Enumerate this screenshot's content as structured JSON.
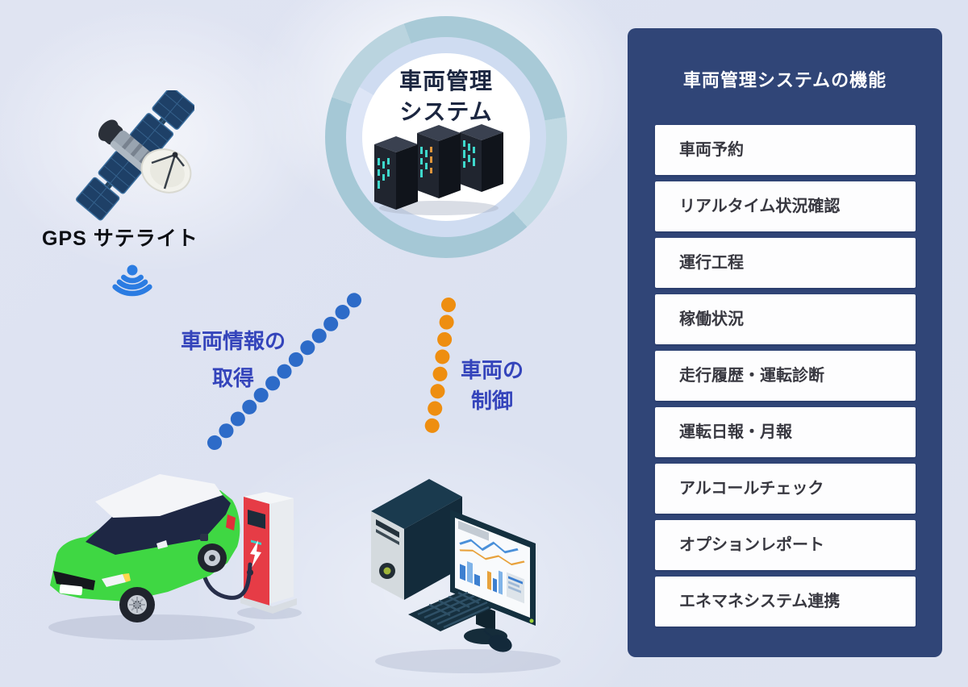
{
  "page": {
    "background_color": "#dce2f1"
  },
  "satellite": {
    "label": "GPS サテライト",
    "icon": "satellite-icon",
    "signal_icon": "wifi-signal-down-icon",
    "signal_color": "#2b7ce2"
  },
  "hub": {
    "title_line1": "車両管理",
    "title_line2": "システム",
    "icon": "server-rack-icon",
    "ring_color": "#a8cad7"
  },
  "connections": {
    "vehicle_info": {
      "label_line1": "車両情報の",
      "label_line2": "取得",
      "dot_color": "#2d6bc8"
    },
    "vehicle_control": {
      "label_line1": "車両の",
      "label_line2": "制御",
      "dot_color": "#ee8e10"
    },
    "label_text_color": "#3444bb"
  },
  "vehicle": {
    "icon": "ev-car-charging-icon"
  },
  "workstation": {
    "icon": "desktop-computer-icon"
  },
  "features_panel": {
    "title": "車両管理システムの機能",
    "panel_color": "#304577",
    "items": [
      "車両予約",
      "リアルタイム状況確認",
      "運行工程",
      "稼働状況",
      "走行履歴・運転診断",
      "運転日報・月報",
      "アルコールチェック",
      "オプションレポート",
      "エネマネシステム連携"
    ]
  }
}
